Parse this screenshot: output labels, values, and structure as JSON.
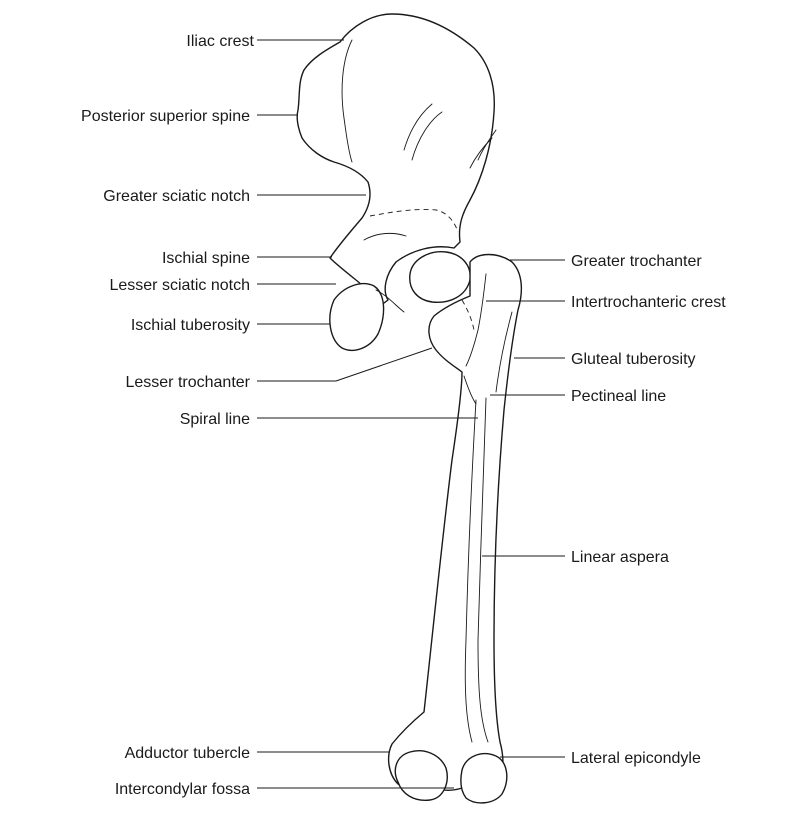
{
  "labels_left": [
    {
      "id": "iliac-crest",
      "text": "Iliac crest"
    },
    {
      "id": "posterior-superior-spine",
      "text": "Posterior superior spine"
    },
    {
      "id": "greater-sciatic-notch",
      "text": "Greater sciatic notch"
    },
    {
      "id": "ischial-spine",
      "text": "Ischial spine"
    },
    {
      "id": "lesser-sciatic-notch",
      "text": "Lesser sciatic notch"
    },
    {
      "id": "ischial-tuberosity",
      "text": "Ischial tuberosity"
    },
    {
      "id": "lesser-trochanter",
      "text": "Lesser trochanter"
    },
    {
      "id": "spiral-line",
      "text": "Spiral line"
    },
    {
      "id": "adductor-tubercle",
      "text": "Adductor tubercle"
    },
    {
      "id": "intercondylar-fossa",
      "text": "Intercondylar fossa"
    }
  ],
  "labels_right": [
    {
      "id": "greater-trochanter",
      "text": "Greater trochanter"
    },
    {
      "id": "intertrochanteric-crest",
      "text": "Intertrochanteric crest"
    },
    {
      "id": "gluteal-tuberosity",
      "text": "Gluteal tuberosity"
    },
    {
      "id": "pectineal-line",
      "text": "Pectineal line"
    },
    {
      "id": "linear-aspera",
      "text": "Linear aspera"
    },
    {
      "id": "lateral-epicondyle",
      "text": "Lateral epicondyle"
    }
  ]
}
